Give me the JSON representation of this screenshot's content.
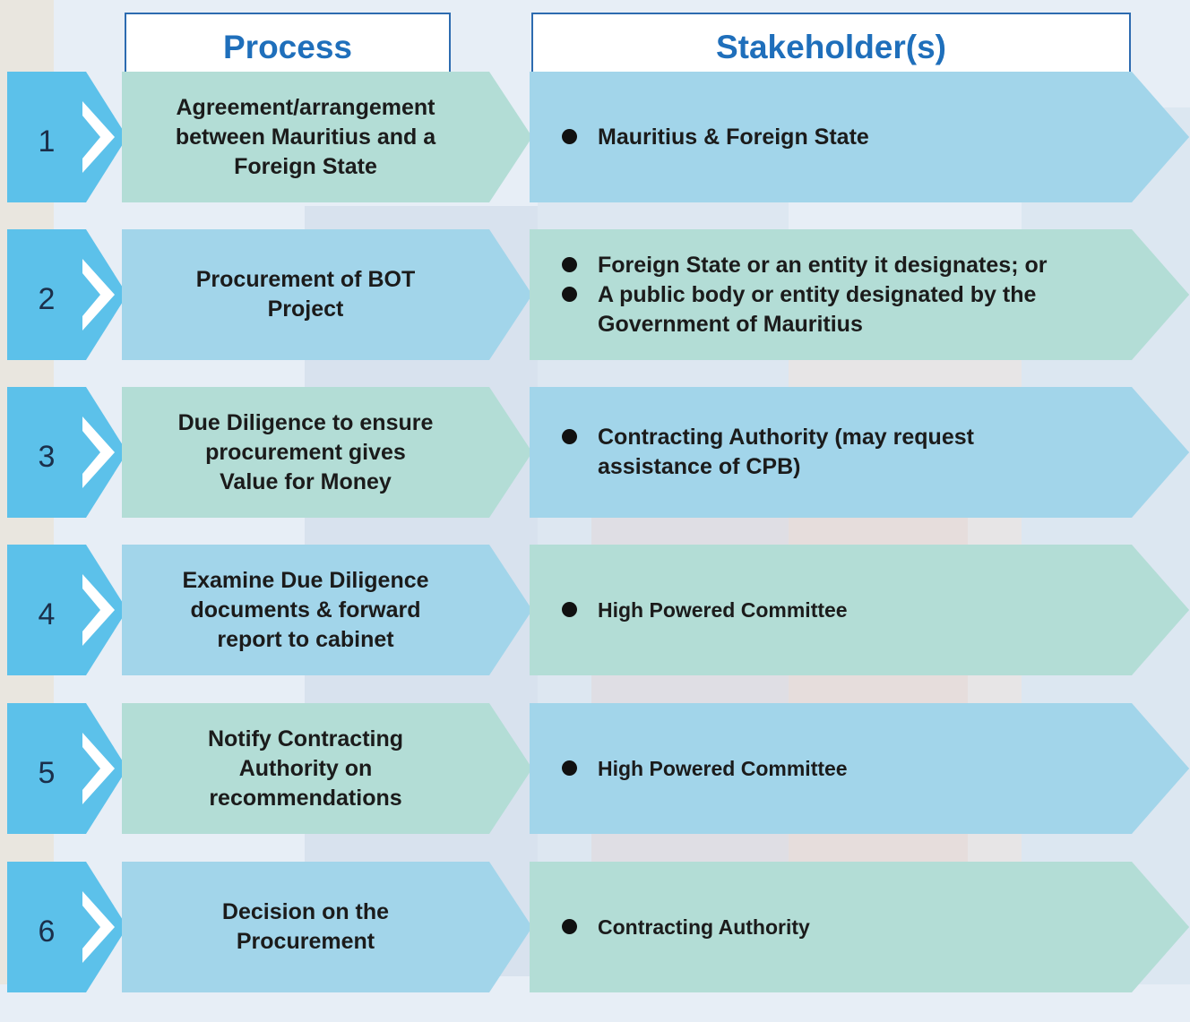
{
  "headers": {
    "process": "Process",
    "stakeholders": "Stakeholder(s)"
  },
  "colors": {
    "blue": "#a2d5ea",
    "green": "#b3ddd6",
    "number_chevron": "#5cc1ea",
    "header_border": "#2d6bb0",
    "header_text": "#1f6fbb"
  },
  "rows": [
    {
      "number": "1",
      "process": "Agreement/arrangement\nbetween Mauritius and a\nForeign State",
      "process_color": "green",
      "stake_color": "blue",
      "stakeholders": [
        "Mauritius & Foreign State"
      ]
    },
    {
      "number": "2",
      "process": "Procurement of BOT\nProject",
      "process_color": "blue",
      "stake_color": "green",
      "stakeholders": [
        "Foreign State or an entity it designates; or",
        "A public body or entity designated by the\nGovernment of Mauritius"
      ]
    },
    {
      "number": "3",
      "process": "Due Diligence to ensure\nprocurement gives\nValue for Money",
      "process_color": "green",
      "stake_color": "blue",
      "stakeholders": [
        "Contracting Authority (may request\nassistance of CPB)"
      ]
    },
    {
      "number": "4",
      "process": "Examine Due Diligence\ndocuments & forward\nreport to cabinet",
      "process_color": "blue",
      "stake_color": "green",
      "stakeholders": [
        "High Powered Committee"
      ]
    },
    {
      "number": "5",
      "process": "Notify Contracting\nAuthority on\nrecommendations",
      "process_color": "green",
      "stake_color": "blue",
      "stakeholders": [
        "High Powered Committee"
      ]
    },
    {
      "number": "6",
      "process": "Decision on the\nProcurement",
      "process_color": "blue",
      "stake_color": "green",
      "stakeholders": [
        "Contracting Authority"
      ]
    }
  ]
}
